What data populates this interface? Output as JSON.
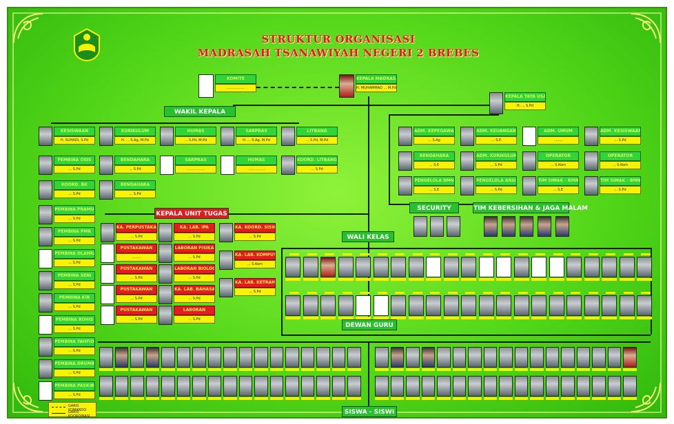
{
  "header": {
    "title_line1": "STRUKTUR ORGANISASI",
    "title_line2": "MADRASAH TSANAWIYAH NEGERI 2 BREBES"
  },
  "top": {
    "komite": {
      "title": "KOMITE",
      "name": "................"
    },
    "kepala": {
      "title": "KEPALA MADRASAH",
      "name": "H. MUHAMMAD ... M.Pd"
    },
    "tata_usaha": {
      "title": "KEPALA TATA USAHA",
      "name": "H. ... S.Pd"
    }
  },
  "sections": {
    "wakil_kepala": "WAKIL KEPALA",
    "kepala_unit_tugas": "KEPALA UNIT TUGAS",
    "security": "SECURITY",
    "tim_kebersihan": "TIM KEBERSIHAN & JAGA MALAM",
    "wali_kelas": "WALI KELAS",
    "dewan_guru": "DEWAN GURU",
    "siswa": "SISWA - SISWI"
  },
  "wakil_row1": [
    {
      "title": "KESISWAAN",
      "name": "H. SUHADI, S.Pd"
    },
    {
      "title": "KURIKULUM",
      "name": "H. ... S.Ag, M.Pd"
    },
    {
      "title": "HUMAS",
      "name": "... S.Pd, M.Pd"
    },
    {
      "title": "SARPRAS",
      "name": "H. ... S.Ag, M.Pd"
    },
    {
      "title": "LITBANG",
      "name": "... S.Pd, M.Pd"
    }
  ],
  "wakil_row2": [
    {
      "title": "PEMBINA OSIS",
      "name": "... S.Pd"
    },
    {
      "title": "BENDAHARA",
      "name": "... S.Pd"
    },
    {
      "title": "SARPRAS",
      "name": "................"
    },
    {
      "title": "HUMAS",
      "name": "................"
    },
    {
      "title": "KOORD. LITBANG",
      "name": "... S.Pd"
    }
  ],
  "kesiswaan_extra": [
    {
      "title": "KOORD. BK",
      "name": "... S.Pd"
    }
  ],
  "bendahara_extra": [
    {
      "title": "BENDAHARA",
      "name": "... S.Pd"
    }
  ],
  "left_column": [
    {
      "title": "PEMBINA PRAMUKA",
      "name": "... S.Pd"
    },
    {
      "title": "PEMBINA PMR",
      "name": "... S.Pd"
    },
    {
      "title": "PEMBINA OLAHRAGA",
      "name": "... S.Pd"
    },
    {
      "title": "PEMBINA SENI",
      "name": "... S.Pd"
    },
    {
      "title": "PEMBINA KIR",
      "name": "... S.Pd"
    },
    {
      "title": "PEMBINA ROHIS",
      "name": "... S.Pd"
    },
    {
      "title": "PEMBINA TAHFIDZ",
      "name": "... S.Pd"
    },
    {
      "title": "PEMBINA DRUMBAND",
      "name": "... S.Pd"
    },
    {
      "title": "PEMBINA PASKIBRA",
      "name": "... S.Pd"
    }
  ],
  "unit_col1": [
    {
      "title": "KA. PERPUSTAKAAN",
      "name": "... S.Pd"
    },
    {
      "title": "PUSTAKAWAN",
      "name": "........"
    },
    {
      "title": "PUSTAKAWAN",
      "name": "... S.Pd"
    },
    {
      "title": "PUSTAKAWAN",
      "name": "... S.Pd"
    },
    {
      "title": "PUSTAKAWAN",
      "name": "... S.Pd"
    }
  ],
  "unit_col2": [
    {
      "title": "KA. LAB. IPA",
      "name": "... S.Pd"
    },
    {
      "title": "LABORAN FISIKA",
      "name": "... S.Pd"
    },
    {
      "title": "LABORAN BIOLOGI",
      "name": "... S.Pd"
    },
    {
      "title": "KA. LAB. BAHASA",
      "name": "... S.Pd"
    },
    {
      "title": "LABORAN",
      "name": "... S.Pd"
    }
  ],
  "unit_col3": [
    {
      "title": "KA. KOORD. SISWA",
      "name": "... S.Pd"
    },
    {
      "title": "KA. LAB. KOMPUTER",
      "name": "... S.Kom"
    },
    {
      "title": "KA. LAB. KETRAMPILAN",
      "name": "... S.Pd"
    }
  ],
  "tu_grid": [
    {
      "title": "ADM. KEPEGAWAIAN",
      "name": "... S.Ag"
    },
    {
      "title": "ADM. KEUANGAN",
      "name": "... S.E"
    },
    {
      "title": "ADM. UMUM",
      "name": "........"
    },
    {
      "title": "ADM. KESISWAAN",
      "name": "... S.Pd"
    },
    {
      "title": "BENDAHARA",
      "name": "... S.E"
    },
    {
      "title": "ADM. KURIKULUM",
      "name": "... S.Pd"
    },
    {
      "title": "OPERATOR",
      "name": "... S.Kom"
    },
    {
      "title": "OPERATOR",
      "name": "... S.Kom"
    },
    {
      "title": "PENGELOLA BMN",
      "name": "... S.E"
    },
    {
      "title": "PENGELOLA ARSIP",
      "name": "... S.Pd"
    },
    {
      "title": "TIM SIMAK - BMN",
      "name": "... S.E"
    },
    {
      "title": "TIM SIMAK - BMN",
      "name": "... S.Pd"
    }
  ],
  "legend": {
    "line1": "GARIS KOMANDO",
    "line2": "GARIS KOORDINASI"
  }
}
